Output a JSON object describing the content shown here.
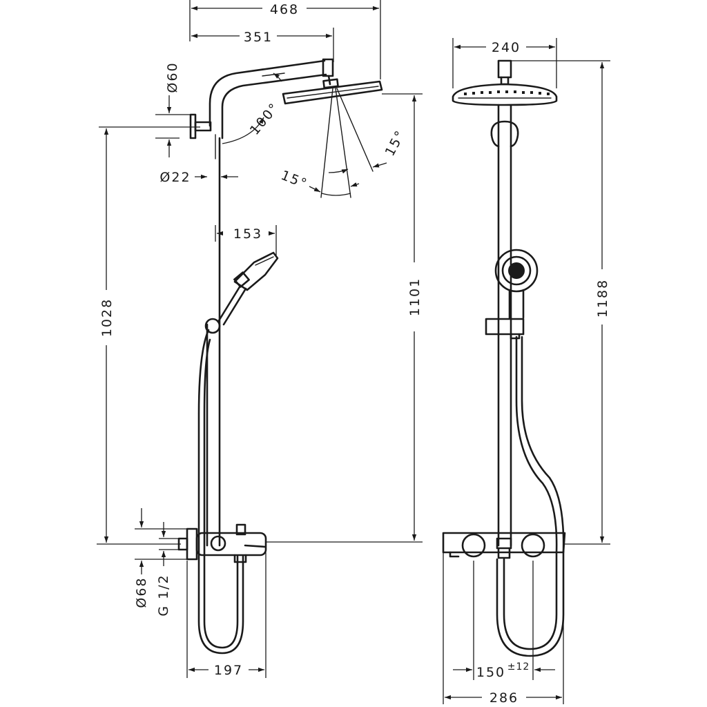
{
  "dimensions": {
    "overall_width": "468",
    "arm_reach": "351",
    "wall_flange_diameter": "Ø60",
    "arm_angle": "100°",
    "tilt_right": "15°",
    "tilt_left": "15°",
    "pipe_diameter": "Ø22",
    "handshower_reach": "153",
    "holder_height": "1028",
    "head_height": "1101",
    "mixer_depth": "197",
    "rosette_diameter": "Ø68",
    "connection_thread": "G 1/2",
    "head_diameter": "240",
    "total_height": "1188",
    "centre_distance": "150",
    "centre_distance_tolerance": "±12",
    "mixer_width": "286"
  }
}
